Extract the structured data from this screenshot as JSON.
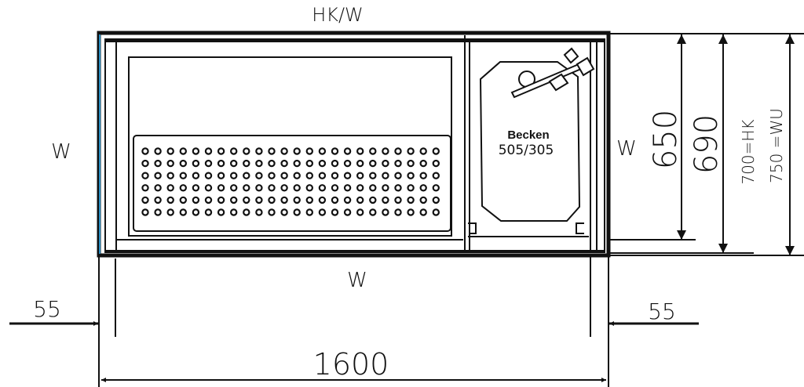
{
  "labels": {
    "top": "HK/W",
    "left": "W",
    "right": "W",
    "bottom": "W",
    "basin_name": "Becken",
    "basin_size": "505/305"
  },
  "dimensions": {
    "overall_width": "1600",
    "left_offset": "55",
    "right_offset": "55",
    "depth_650": "650",
    "depth_690": "690",
    "height_hk": "700=HK",
    "height_wu": "750 =WU"
  },
  "colors": {
    "line": "#111111",
    "edge_accent": "#2a8fc4"
  }
}
